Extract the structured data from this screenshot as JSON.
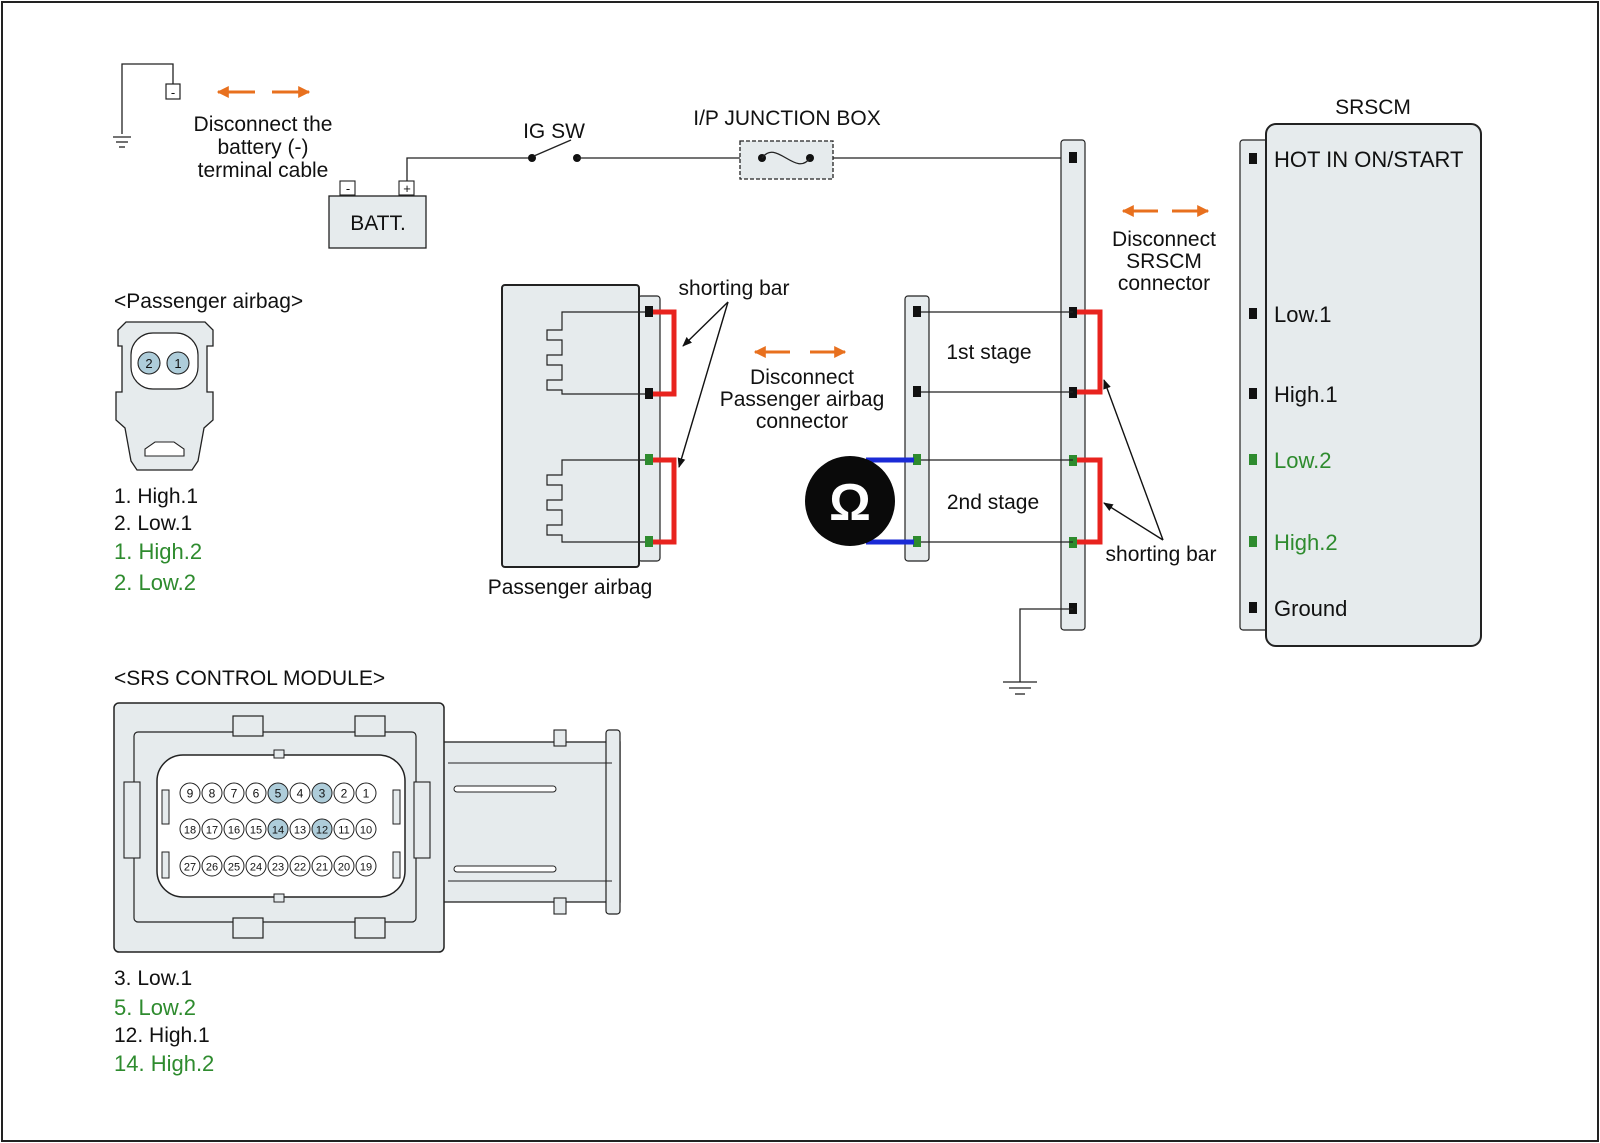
{
  "battery_note": {
    "line1": "Disconnect the",
    "line2": "battery (-)",
    "line3": "terminal cable",
    "minus": "-"
  },
  "battery": {
    "label": "BATT.",
    "minus": "-",
    "plus": "+"
  },
  "ig_sw": "IG SW",
  "junction_box": "I/P JUNCTION BOX",
  "srscm": {
    "title": "SRSCM",
    "pins": [
      "HOT IN ON/START",
      "Low.1",
      "High.1",
      "Low.2",
      "High.2",
      "Ground"
    ],
    "note": {
      "line1": "Disconnect",
      "line2": "SRSCM",
      "line3": "connector"
    }
  },
  "passenger_connector": {
    "heading": "<Passenger airbag>",
    "pin_numbers": [
      "2",
      "1"
    ],
    "legend": [
      "1. High.1",
      "2. Low.1",
      "1. High.2",
      "2. Low.2"
    ]
  },
  "airbag_module": {
    "label": "Passenger airbag",
    "shorting_bar": "shorting bar"
  },
  "airbag_note": {
    "line1": "Disconnect",
    "line2": "Passenger airbag",
    "line3": "connector"
  },
  "stages": {
    "first": "1st stage",
    "second": "2nd stage",
    "shorting_bar": "shorting bar"
  },
  "ohmmeter": "Ω",
  "srs_module": {
    "heading": "<SRS CONTROL MODULE>",
    "rows": [
      [
        "9",
        "8",
        "7",
        "6",
        "5",
        "4",
        "3",
        "2",
        "1"
      ],
      [
        "18",
        "17",
        "16",
        "15",
        "14",
        "13",
        "12",
        "11",
        "10"
      ],
      [
        "27",
        "26",
        "25",
        "24",
        "23",
        "22",
        "21",
        "20",
        "19"
      ]
    ],
    "highlighted": [
      "5",
      "3",
      "14",
      "12"
    ],
    "legend": [
      "3. Low.1",
      "5. Low.2",
      "12. High.1",
      "14. High.2"
    ]
  },
  "colors": {
    "arrow": "#e8701e",
    "shorting": "#e8231e",
    "meter_lead": "#1a2ad6",
    "green_text": "#2e8b2e",
    "pin_green": "#2e8b2e",
    "panel_fill": "#e6ebed",
    "pin_highlight": "#aecdda"
  }
}
